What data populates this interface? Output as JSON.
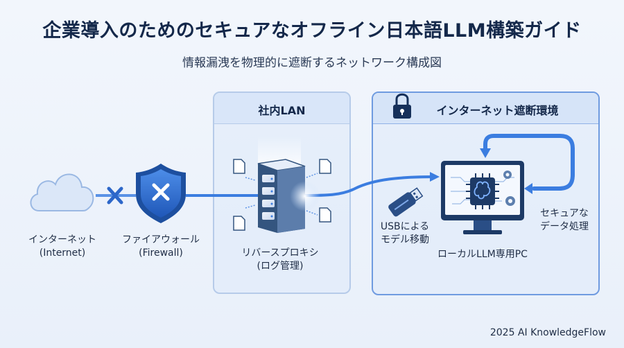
{
  "title": "企業導入のためのセキュアなオフライン日本語LLM構築ガイド",
  "subtitle": "情報漏洩を物理的に遮断するネットワーク構成図",
  "panels": {
    "lan": {
      "title": "社内LAN"
    },
    "isolated": {
      "title": "インターネット遮断環境"
    }
  },
  "nodes": {
    "internet": {
      "label_ja": "インターネット",
      "label_en": "(Internet)"
    },
    "firewall": {
      "label_ja": "ファイアウォール",
      "label_en": "(Firewall)"
    },
    "proxy": {
      "label_ja": "リバースプロキシ",
      "label_en": "(ログ管理)"
    },
    "usb": {
      "line1": "USBによる",
      "line2": "モデル移動"
    },
    "llm_pc": {
      "label": "ローカルLLM専用PC"
    },
    "secure": {
      "line1": "セキュアな",
      "line2": "データ処理"
    }
  },
  "icons": [
    "cloud-icon",
    "block-x-icon",
    "shield-icon",
    "server-icon",
    "document-icon",
    "lock-icon",
    "usb-icon",
    "monitor-icon",
    "ai-chip-icon",
    "gear-icon",
    "cycle-arrow-icon"
  ],
  "colors": {
    "accent": "#3b7de0",
    "navy": "#16305a",
    "panel_border": "#6f9be0",
    "block": "#2d67c9"
  },
  "credit": "2025 AI KnowledgeFlow"
}
